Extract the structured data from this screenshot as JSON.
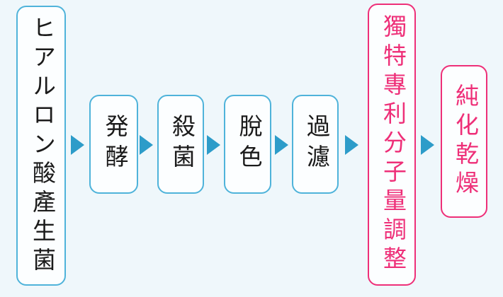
{
  "diagram": {
    "type": "process-flow",
    "direction": "left-to-right",
    "steps": [
      {
        "label": "ヒアルロン酸產生菌",
        "theme": "cyan"
      },
      {
        "label": "発酵",
        "theme": "cyan"
      },
      {
        "label": "殺菌",
        "theme": "cyan"
      },
      {
        "label": "脫色",
        "theme": "cyan"
      },
      {
        "label": "過濾",
        "theme": "cyan"
      },
      {
        "label": "獨特專利分子量調整",
        "theme": "pink"
      },
      {
        "label": "純化乾燥",
        "theme": "pink"
      }
    ],
    "connector": "right-arrow",
    "colors": {
      "background": "#eff7fb",
      "box_fill": "#fcfeff",
      "cyan_border": "#4fb3da",
      "pink_accent": "#ee2f78",
      "arrow_blue": "#2d9cc9",
      "text_dark": "#1b1b1b"
    }
  }
}
